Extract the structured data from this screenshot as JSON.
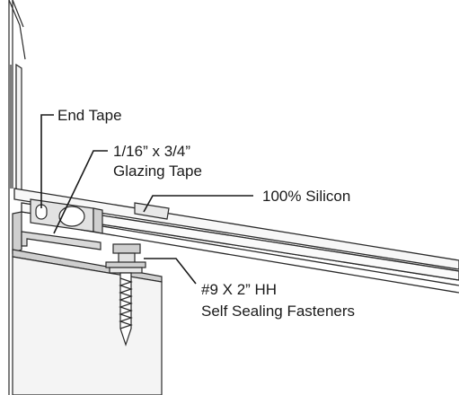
{
  "labels": {
    "end_tape": "End Tape",
    "glazing_tape_line1": "1/16” x 3/4”",
    "glazing_tape_line2": "Glazing Tape",
    "silicon": "100% Silicon",
    "fastener_line1": "#9 X 2” HH",
    "fastener_line2": "Self Sealing Fasteners"
  },
  "colors": {
    "line": "#2a2a2a",
    "metal_fill": "#cfcfcf",
    "panel_fill": "#f4f4f4",
    "tape_fill": "#e2e2e2"
  }
}
